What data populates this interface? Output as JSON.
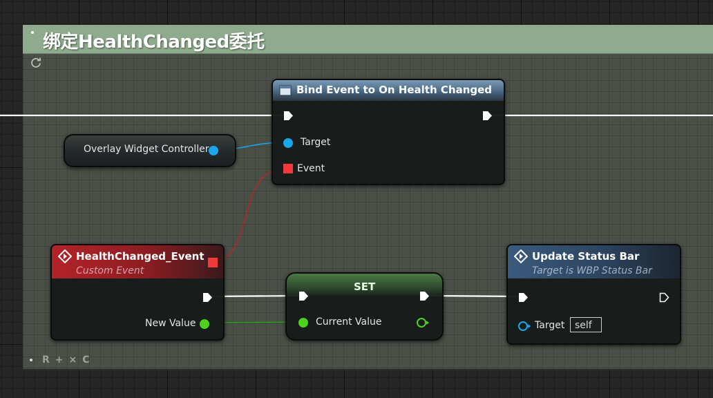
{
  "comment": {
    "title": "绑定HealthChanged委托",
    "color": "#8eac8d",
    "footer_buttons": [
      "R",
      "+",
      "×",
      "C"
    ]
  },
  "nodes": {
    "bind_event": {
      "title": "Bind Event to On Health Changed",
      "target_label": "Target",
      "event_label": "Event"
    },
    "variable": {
      "label": "Overlay Widget Controller"
    },
    "custom_event": {
      "title": "HealthChanged_Event",
      "subtitle": "Custom Event",
      "param_label": "New Value"
    },
    "set": {
      "title": "SET",
      "input_label": "Current Value"
    },
    "update_status_bar": {
      "title": "Update Status Bar",
      "subtitle": "Target is WBP Status Bar",
      "target_label": "Target",
      "target_value": "self"
    }
  },
  "colors": {
    "exec_wire": "#ffffff",
    "object_pin": "#19a6ea",
    "delegate_pin": "#f23a3a",
    "float_pin": "#4cd11d"
  },
  "icons": [
    "refresh-icon",
    "function-icon",
    "event-icon",
    "exec-pin-icon"
  ]
}
